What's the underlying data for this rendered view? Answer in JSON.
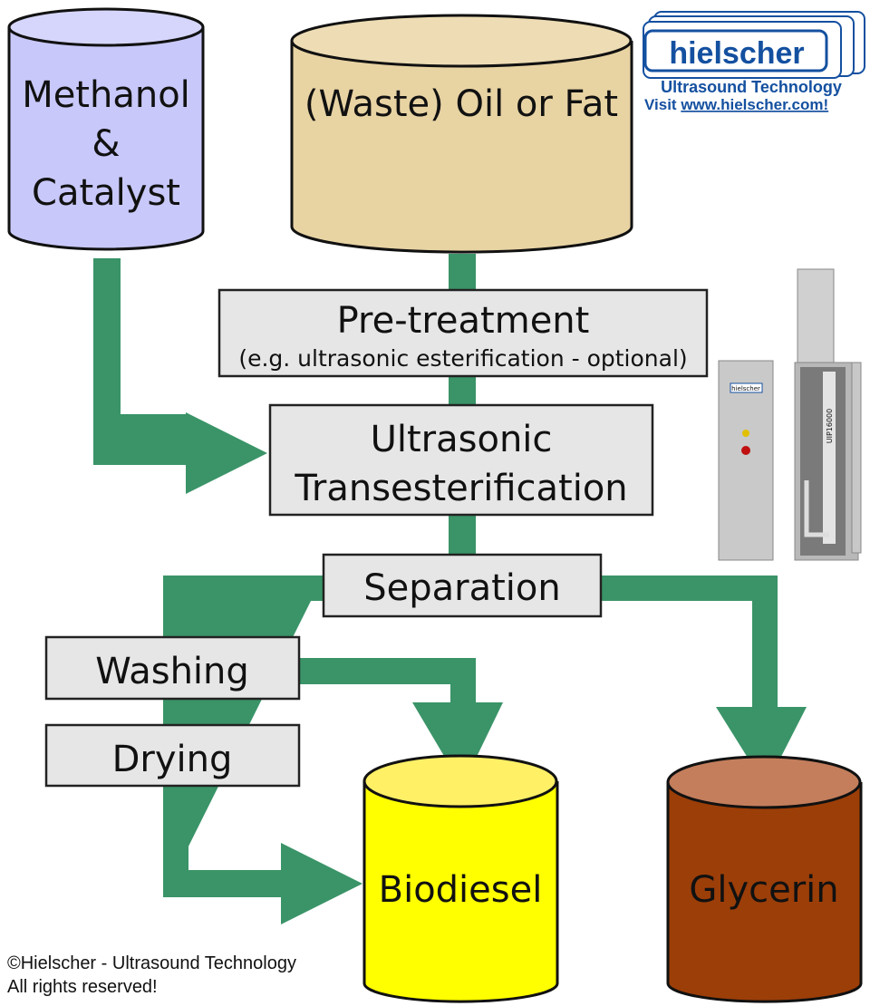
{
  "colors": {
    "arrow": "#3a9468",
    "box_fill": "#e6e6e6",
    "methanol": "#c8c8fa",
    "oil": "#e8d3a3",
    "biodiesel": "#ffff00",
    "glycerin": "#9c3e08",
    "logo_blue": "#1450a0"
  },
  "tanks": {
    "methanol": [
      "Methanol",
      "&",
      "Catalyst"
    ],
    "oil": "(Waste) Oil or Fat",
    "biodiesel": "Biodiesel",
    "glycerin": "Glycerin"
  },
  "steps": {
    "pretreatment": "Pre-treatment",
    "pretreatment_note": "(e.g. ultrasonic esterification - optional)",
    "transesterification": [
      "Ultrasonic",
      "Transesterification"
    ],
    "separation": "Separation",
    "washing": "Washing",
    "drying": "Drying"
  },
  "logo": {
    "brand": "hielscher",
    "tagline": "Ultrasound Technology",
    "visit": "Visit ",
    "url": "www.hielscher.com!"
  },
  "equipment": {
    "panel_logo": "hielscher",
    "model": "UIP16000"
  },
  "copyright": [
    "©Hielscher - Ultrasound Technology",
    "All rights reserved!"
  ]
}
